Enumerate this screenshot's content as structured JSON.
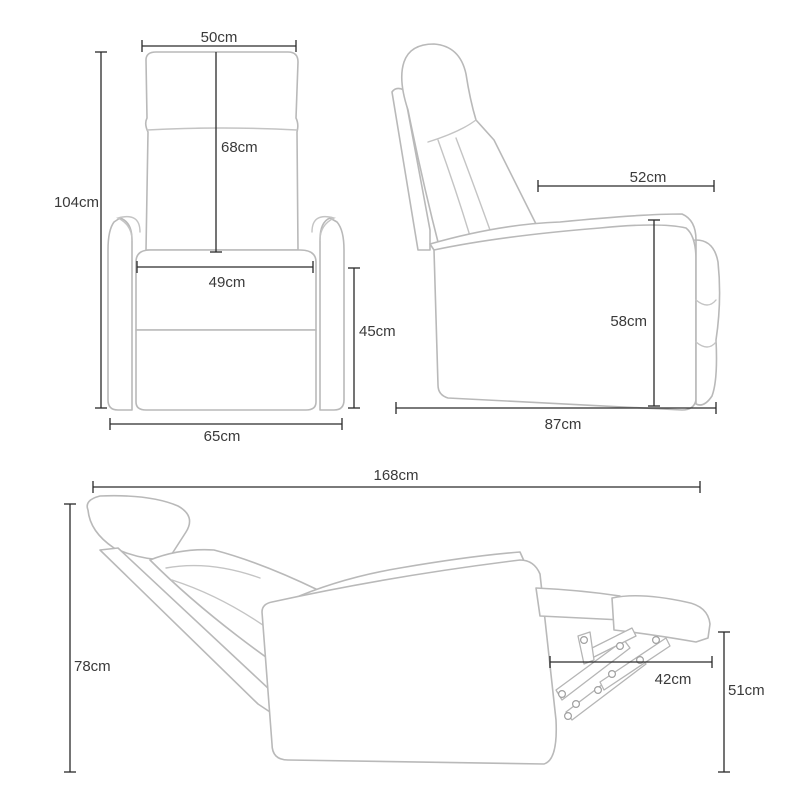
{
  "front_view": {
    "top_width": "50cm",
    "back_height": "68cm",
    "seat_width": "49cm",
    "total_height": "104cm",
    "seat_height": "45cm",
    "total_width": "65cm"
  },
  "side_view": {
    "seat_depth": "52cm",
    "armrest_height": "58cm",
    "total_depth": "87cm"
  },
  "reclined_view": {
    "total_length": "168cm",
    "height": "78cm",
    "footrest_length": "42cm",
    "footrest_height": "51cm"
  },
  "colors": {
    "outline": "#b9b9b9",
    "dimension_line": "#2a2a2a",
    "text": "#3a3a3a"
  }
}
